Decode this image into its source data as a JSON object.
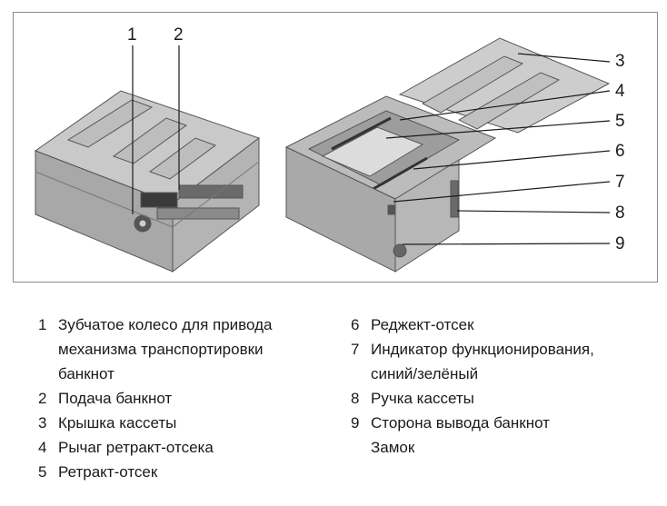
{
  "callouts": [
    "1",
    "2",
    "3",
    "4",
    "5",
    "6",
    "7",
    "8",
    "9"
  ],
  "legend": [
    {
      "num": "1",
      "lines": [
        "Зубчатое колесо для привода",
        "механизма транспортировки",
        "банкнот"
      ]
    },
    {
      "num": "2",
      "lines": [
        "Подача банкнот"
      ]
    },
    {
      "num": "3",
      "lines": [
        "Крышка кассеты"
      ]
    },
    {
      "num": "4",
      "lines": [
        "Рычаг ретракт-отсека"
      ]
    },
    {
      "num": "5",
      "lines": [
        "Ретракт-отсек"
      ]
    },
    {
      "num": "6",
      "lines": [
        "Реджект-отсек"
      ]
    },
    {
      "num": "7",
      "lines": [
        "Индикатор функционирования,",
        "синий/зелёный"
      ]
    },
    {
      "num": "8",
      "lines": [
        "Ручка кассеты"
      ]
    },
    {
      "num": "9",
      "lines": [
        "Сторона вывода банкнот",
        "Замок"
      ]
    }
  ]
}
